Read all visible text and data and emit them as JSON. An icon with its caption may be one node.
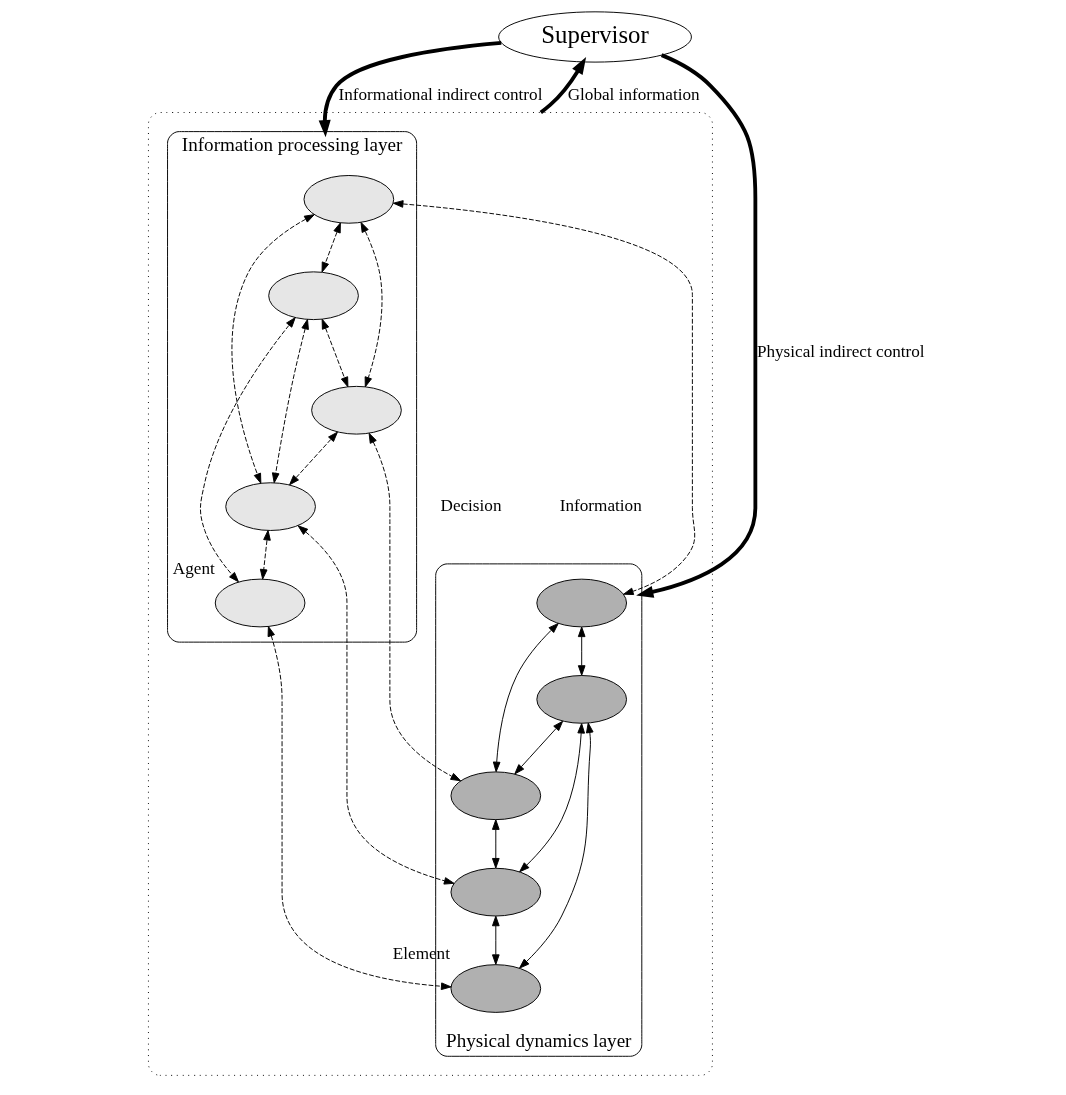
{
  "diagram": {
    "nodes": [
      {
        "text": [
          "Supervisor"
        ]
      },
      {
        "text": [],
        "shape": "box"
      },
      {
        "text": [
          "Information processing layer"
        ],
        "in": 1
      },
      {
        "text": [],
        "shape": "ellipse",
        "in": 2
      },
      {
        "text": [],
        "shape": "ellipse",
        "in": 2
      },
      {
        "text": [],
        "shape": "ellipse",
        "in": 2,
        "beside": [
          "Agent"
        ]
      },
      {
        "text": [],
        "shape": "ellipse",
        "in": 2
      },
      {
        "text": [],
        "shape": "ellipse",
        "in": 2
      },
      {
        "text": [
          "Physical dynamics layer"
        ],
        "in": 1
      },
      {
        "text": [],
        "shape": "ellipse",
        "in": 8
      },
      {
        "text": [],
        "shape": "ellipse",
        "in": 8
      },
      {
        "text": [],
        "shape": "ellipse",
        "in": 8,
        "beside": [
          "Element"
        ]
      },
      {
        "text": [],
        "shape": "ellipse",
        "in": 8
      },
      {
        "text": [],
        "shape": "ellipse",
        "in": 8
      }
    ],
    "edges": [
      {
        "from": 0,
        "to": 2,
        "arrow": "to",
        "label": "Informational indirect control",
        "style": "thick"
      },
      {
        "from": 1,
        "to": 0,
        "arrow": "to",
        "label": "Global information",
        "style": "thick"
      },
      {
        "from": 0,
        "to": 8,
        "arrow": "to",
        "label": "Physical indirect control",
        "style": "thick"
      },
      {
        "from": 3,
        "to": 4,
        "arrow": "both",
        "style": "dashed"
      },
      {
        "from": 3,
        "to": 6,
        "arrow": "both",
        "style": "dashed"
      },
      {
        "from": 3,
        "to": 7,
        "arrow": "both",
        "style": "dashed"
      },
      {
        "from": 4,
        "to": 6,
        "arrow": "both",
        "style": "dashed"
      },
      {
        "from": 4,
        "to": 7,
        "arrow": "both",
        "style": "dashed"
      },
      {
        "from": 4,
        "to": 5,
        "arrow": "both",
        "style": "dashed"
      },
      {
        "from": 6,
        "to": 7,
        "arrow": "both",
        "style": "dashed"
      },
      {
        "from": 7,
        "to": 5,
        "arrow": "both",
        "style": "dashed"
      },
      {
        "from": 3,
        "to": 9,
        "arrow": "both",
        "style": "dashed"
      },
      {
        "from": 6,
        "to": 12,
        "arrow": "both",
        "style": "dashed"
      },
      {
        "from": 7,
        "to": 13,
        "arrow": "both",
        "style": "dashed"
      },
      {
        "from": 5,
        "to": 11,
        "arrow": "both",
        "style": "dashed"
      },
      {
        "from": 9,
        "to": 10,
        "arrow": "both"
      },
      {
        "from": 9,
        "to": 12,
        "arrow": "both"
      },
      {
        "from": 10,
        "to": 12,
        "arrow": "both"
      },
      {
        "from": 10,
        "to": 11,
        "arrow": "both"
      },
      {
        "from": 10,
        "to": 13,
        "arrow": "both"
      },
      {
        "from": 12,
        "to": 13,
        "arrow": "both"
      },
      {
        "from": 13,
        "to": 11,
        "arrow": "both"
      }
    ],
    "labels": [
      "Decision",
      "Information"
    ]
  }
}
